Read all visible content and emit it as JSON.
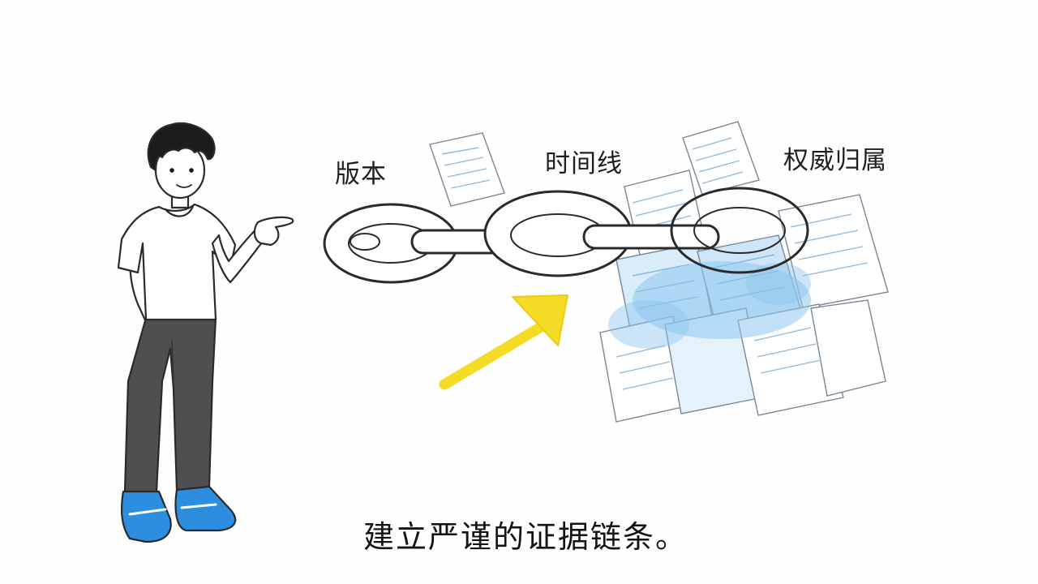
{
  "labels": {
    "version": "版本",
    "timeline": "时间线",
    "authority": "权威归属"
  },
  "caption": "建立严谨的证据链条。",
  "colors": {
    "arrow": "#f5dc24",
    "paper_wash": "#8cc6ee",
    "shoe": "#2d8ee0",
    "pants": "#4f4f52",
    "ink": "#2a2a2a"
  },
  "icons": [
    "person-icon",
    "chain-icon",
    "arrow-icon",
    "paper-pile-icon"
  ]
}
